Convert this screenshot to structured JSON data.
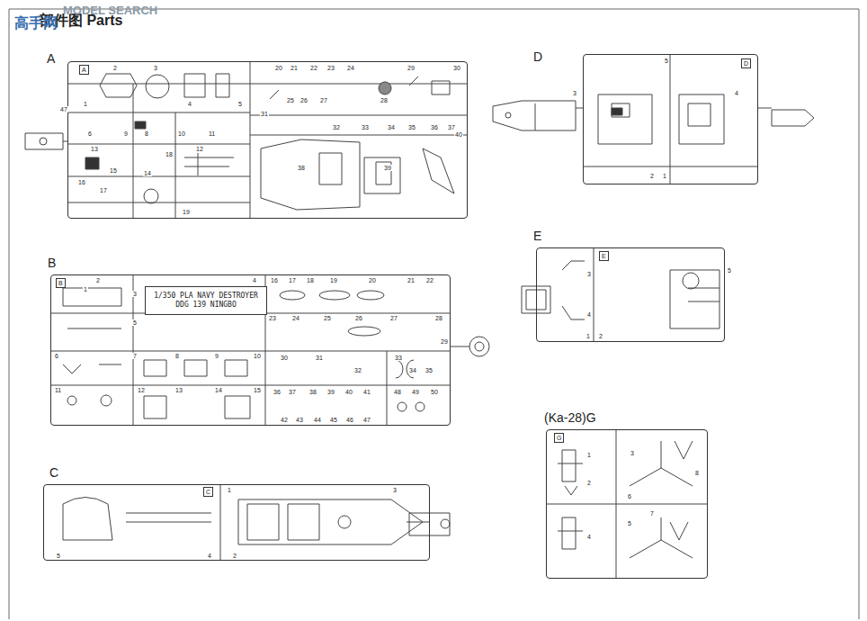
{
  "diagram": {
    "title": "部件图 Parts",
    "nodes": [
      {
        "text": [
          "A"
        ]
      },
      {
        "text": [
          "B"
        ]
      },
      {
        "text": [
          "1/350 PLA NAVY DESTROYER",
          "DDG 139 NINGBO"
        ],
        "in": 1
      },
      {
        "text": [
          "C"
        ]
      },
      {
        "text": [
          "D"
        ]
      },
      {
        "text": [
          "E"
        ]
      },
      {
        "text": [
          "(Ka-28)G"
        ]
      }
    ],
    "labels": [
      "高手网",
      "MODEL SEARCH",
      "47",
      "A",
      "1",
      "2",
      "3",
      "4",
      "5",
      "20",
      "21",
      "22",
      "23",
      "24",
      "29",
      "30",
      "25",
      "26",
      "27",
      "28",
      "31",
      "32",
      "33",
      "34",
      "35",
      "36",
      "37",
      "6",
      "9",
      "8",
      "10",
      "11",
      "13",
      "12",
      "18",
      "15",
      "14",
      "16",
      "17",
      "19",
      "38",
      "39",
      "40",
      "B",
      "1",
      "2",
      "3",
      "4",
      "5",
      "6",
      "7",
      "8",
      "9",
      "10",
      "11",
      "12",
      "13",
      "14",
      "15",
      "16",
      "17",
      "18",
      "19",
      "20",
      "21",
      "22",
      "23",
      "24",
      "25",
      "26",
      "27",
      "28",
      "29",
      "30",
      "31",
      "32",
      "33",
      "34",
      "35",
      "36",
      "37",
      "38",
      "39",
      "40",
      "41",
      "42",
      "43",
      "44",
      "45",
      "46",
      "47",
      "48",
      "49",
      "50",
      "C",
      "1",
      "2",
      "3",
      "4",
      "5",
      "D",
      "1",
      "2",
      "3",
      "4",
      "5",
      "E",
      "1",
      "2",
      "3",
      "4",
      "5",
      "G",
      "1",
      "2",
      "3",
      "4",
      "5",
      "6",
      "7",
      "8"
    ]
  }
}
